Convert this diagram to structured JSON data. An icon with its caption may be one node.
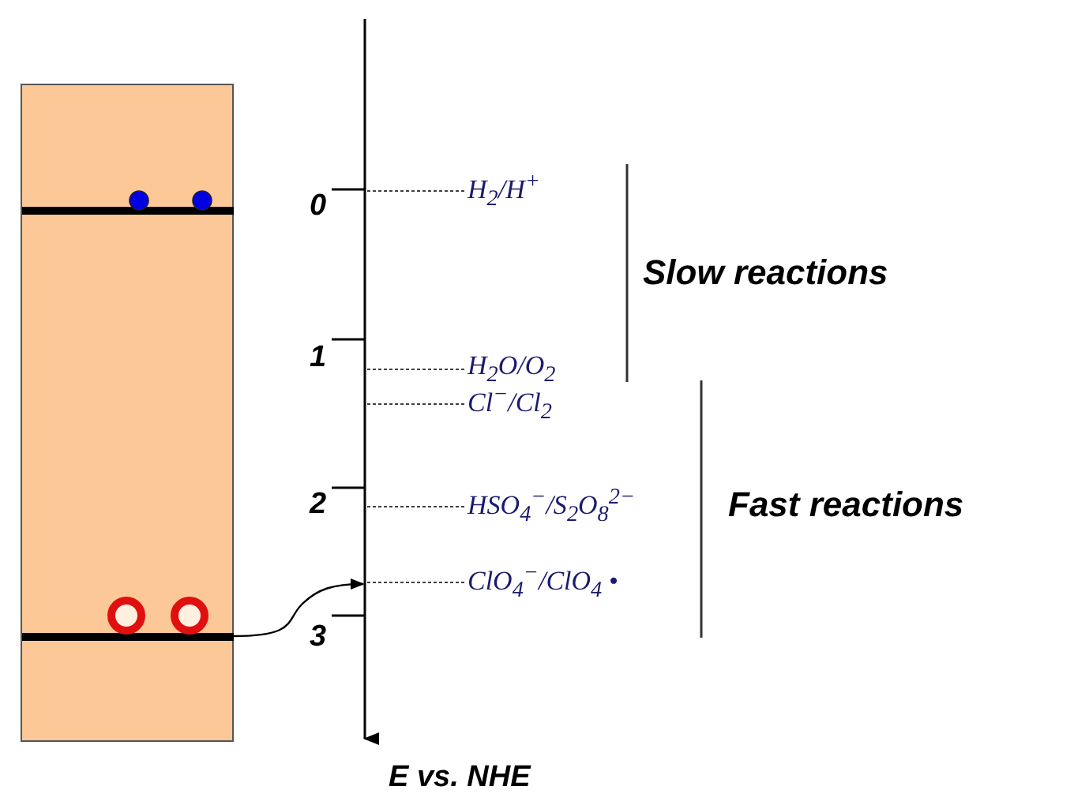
{
  "diagram": {
    "nodes": [
      {
        "text": [],
        "shape": "box"
      },
      {
        "text": [
          "H$_{2}$/H$^{+}$"
        ]
      },
      {
        "text": [
          "H$_{2}$O/O$_{2}$"
        ]
      },
      {
        "text": [
          "Cl$^{−}$/Cl$_{2}$"
        ]
      },
      {
        "text": [
          "HSO$_{4}$$^{−}$/S$_{2}$O$_{8}$$^{2−}$"
        ]
      },
      {
        "text": [
          "ClO$_{4}$$^{−}$/ClO$_{4}$ •"
        ]
      }
    ],
    "edges": [
      {
        "from": 0,
        "to": null,
        "arrow": "to"
      },
      {
        "from": 1,
        "to": null,
        "arrow": "none",
        "style": "dashed"
      },
      {
        "from": 2,
        "to": null,
        "arrow": "none",
        "style": "dashed"
      },
      {
        "from": 3,
        "to": null,
        "arrow": "none",
        "style": "dashed"
      },
      {
        "from": 4,
        "to": null,
        "arrow": "none",
        "style": "dashed"
      },
      {
        "from": 5,
        "to": null,
        "arrow": "none",
        "style": "dashed"
      }
    ],
    "labels": [
      "0",
      "Slow reactions",
      "1",
      "2",
      "Fast reactions",
      "3",
      "E vs. NHE"
    ]
  }
}
